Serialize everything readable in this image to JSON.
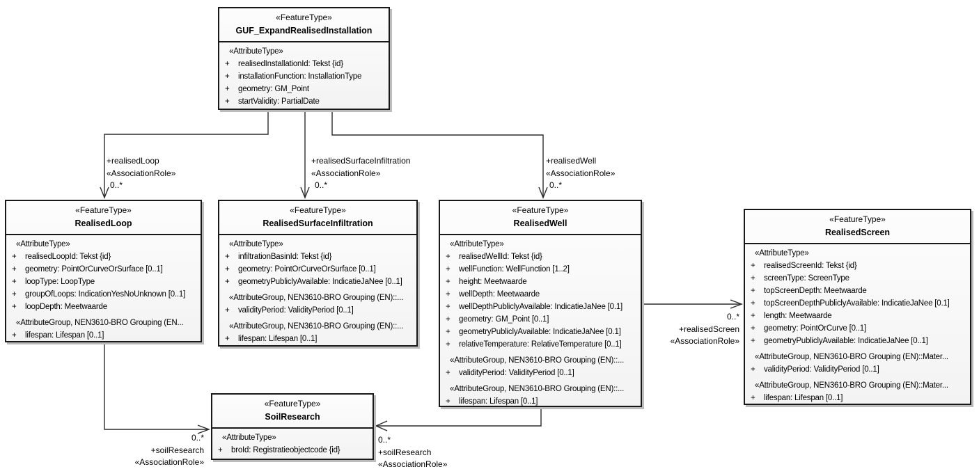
{
  "classes": [
    {
      "stereotype": "«FeatureType»",
      "name": "GUF_ExpandRealisedInstallation",
      "rows": [
        {
          "type": "stereotype",
          "text": "«AttributeType»"
        },
        {
          "type": "attr",
          "vis": "+",
          "text": "realisedInstallationId: Tekst {id}"
        },
        {
          "type": "attr",
          "vis": "+",
          "text": "installationFunction: InstallationType"
        },
        {
          "type": "attr",
          "vis": "+",
          "text": "geometry: GM_Point"
        },
        {
          "type": "attr",
          "vis": "+",
          "text": "startValidity: PartialDate"
        }
      ]
    },
    {
      "stereotype": "«FeatureType»",
      "name": "RealisedLoop",
      "rows": [
        {
          "type": "stereotype",
          "text": "«AttributeType»"
        },
        {
          "type": "attr",
          "vis": "+",
          "text": "realisedLoopId: Tekst {id}"
        },
        {
          "type": "attr",
          "vis": "+",
          "text": "geometry: PointOrCurveOrSurface [0..1]"
        },
        {
          "type": "attr",
          "vis": "+",
          "text": "loopType: LoopType"
        },
        {
          "type": "attr",
          "vis": "+",
          "text": "groupOfLoops: IndicationYesNoUnknown [0..1]"
        },
        {
          "type": "attr",
          "vis": "+",
          "text": "loopDepth: Meetwaarde"
        },
        {
          "type": "stereotype",
          "text": "«AttributeGroup, NEN3610-BRO Grouping (EN..."
        },
        {
          "type": "attr",
          "vis": "+",
          "text": "lifespan: Lifespan [0..1]"
        }
      ]
    },
    {
      "stereotype": "«FeatureType»",
      "name": "RealisedSurfaceInfiltration",
      "rows": [
        {
          "type": "stereotype",
          "text": "«AttributeType»"
        },
        {
          "type": "attr",
          "vis": "+",
          "text": "infiltrationBasinId: Tekst {id}"
        },
        {
          "type": "attr",
          "vis": "+",
          "text": "geometry: PointOrCurveOrSurface [0..1]"
        },
        {
          "type": "attr",
          "vis": "+",
          "text": "geometryPubliclyAvailable: IndicatieJaNee [0..1]"
        },
        {
          "type": "stereotype",
          "text": "«AttributeGroup, NEN3610-BRO Grouping (EN)::..."
        },
        {
          "type": "attr",
          "vis": "+",
          "text": "validityPeriod: ValidityPeriod [0..1]"
        },
        {
          "type": "stereotype",
          "text": "«AttributeGroup, NEN3610-BRO Grouping (EN)::..."
        },
        {
          "type": "attr",
          "vis": "+",
          "text": "lifespan: Lifespan [0..1]"
        }
      ]
    },
    {
      "stereotype": "«FeatureType»",
      "name": "RealisedWell",
      "rows": [
        {
          "type": "stereotype",
          "text": "«AttributeType»"
        },
        {
          "type": "attr",
          "vis": "+",
          "text": "realisedWellId: Tekst {id}"
        },
        {
          "type": "attr",
          "vis": "+",
          "text": "wellFunction: WellFunction [1..2]"
        },
        {
          "type": "attr",
          "vis": "+",
          "text": "height: Meetwaarde"
        },
        {
          "type": "attr",
          "vis": "+",
          "text": "wellDepth: Meetwaarde"
        },
        {
          "type": "attr",
          "vis": "+",
          "text": "wellDepthPubliclyAvailable: IndicatieJaNee [0.1]"
        },
        {
          "type": "attr",
          "vis": "+",
          "text": "geometry: GM_Point [0..1]"
        },
        {
          "type": "attr",
          "vis": "+",
          "text": "geometryPubliclyAvailable: IndicatieJaNee [0.1]"
        },
        {
          "type": "attr",
          "vis": "+",
          "text": "relativeTemperature: RelativeTemperature [0..1]"
        },
        {
          "type": "stereotype",
          "text": "«AttributeGroup, NEN3610-BRO Grouping (EN)::..."
        },
        {
          "type": "attr",
          "vis": "+",
          "text": "validityPeriod: ValidityPeriod [0..1]"
        },
        {
          "type": "stereotype",
          "text": "«AttributeGroup, NEN3610-BRO Grouping (EN)::..."
        },
        {
          "type": "attr",
          "vis": "+",
          "text": "lifespan: Lifespan [0..1]"
        }
      ]
    },
    {
      "stereotype": "«FeatureType»",
      "name": "RealisedScreen",
      "rows": [
        {
          "type": "stereotype",
          "text": "«AttributeType»"
        },
        {
          "type": "attr",
          "vis": "+",
          "text": "realisedScreenId: Tekst {id}"
        },
        {
          "type": "attr",
          "vis": "+",
          "text": "screenType: ScreenType"
        },
        {
          "type": "attr",
          "vis": "+",
          "text": "topScreenDepth: Meetwaarde"
        },
        {
          "type": "attr",
          "vis": "+",
          "text": "topScreenDepthPubliclyAvailable: IndicatieJaNee [0.1]"
        },
        {
          "type": "attr",
          "vis": "+",
          "text": "length: Meetwaarde"
        },
        {
          "type": "attr",
          "vis": "+",
          "text": "geometry: PointOrCurve [0..1]"
        },
        {
          "type": "attr",
          "vis": "+",
          "text": "geometryPubliclyAvailable: IndicatieJaNee [0..1]"
        },
        {
          "type": "stereotype",
          "text": "«AttributeGroup, NEN3610-BRO Grouping (EN)::Mater..."
        },
        {
          "type": "attr",
          "vis": "+",
          "text": "validityPeriod: ValidityPeriod [0..1]"
        },
        {
          "type": "stereotype",
          "text": "«AttributeGroup, NEN3610-BRO Grouping (EN)::Mater..."
        },
        {
          "type": "attr",
          "vis": "+",
          "text": "lifespan: Lifespan [0..1]"
        }
      ]
    },
    {
      "stereotype": "«FeatureType»",
      "name": "SoilResearch",
      "rows": [
        {
          "type": "stereotype",
          "text": "«AttributeType»"
        },
        {
          "type": "attr",
          "vis": "+",
          "text": "broId: Registratieobjectcode {id}"
        }
      ]
    }
  ],
  "associations": [
    {
      "role": "+realisedLoop",
      "stereotype": "«AssociationRole»",
      "multiplicity": "0..*"
    },
    {
      "role": "+realisedSurfaceInfiltration",
      "stereotype": "«AssociationRole»",
      "multiplicity": "0..*"
    },
    {
      "role": "+realisedWell",
      "stereotype": "«AssociationRole»",
      "multiplicity": "0..*"
    },
    {
      "role": "+realisedScreen",
      "stereotype": "«AssociationRole»",
      "multiplicity": "0..*"
    },
    {
      "role": "+soilResearch",
      "stereotype": "«AssociationRole»",
      "multiplicity": "0..*"
    },
    {
      "role": "+soilResearch",
      "stereotype": "«AssociationRole»",
      "multiplicity": "0..*"
    }
  ],
  "colors": {
    "line": "#2b2b2b",
    "border": "#181818",
    "box_fill": "#f7f7f7",
    "shadow": "#bcbcbc",
    "background": "#ffffff"
  }
}
